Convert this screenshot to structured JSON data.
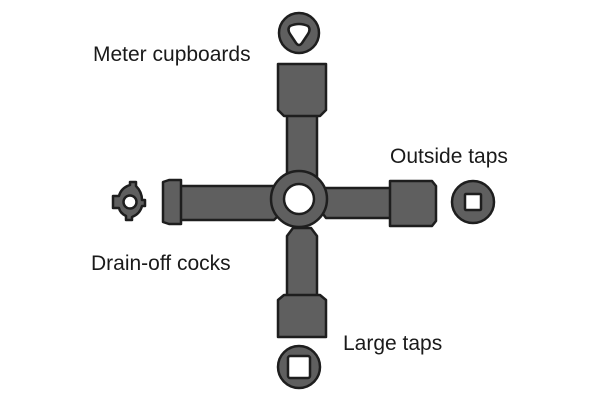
{
  "labels": {
    "meter_cupboards": "Meter cupboards",
    "outside_taps": "Outside taps",
    "drain_off_cocks": "Drain-off cocks",
    "large_taps": "Large taps"
  },
  "colors": {
    "metal": "#5f5f5f",
    "outline": "#1e1e1e",
    "hole": "#ffffff",
    "text": "#1a1a1a"
  },
  "icons": {
    "top": "triangle-socket-icon",
    "right": "small-square-socket-icon",
    "bottom": "large-square-socket-icon",
    "left": "pin-socket-icon"
  }
}
